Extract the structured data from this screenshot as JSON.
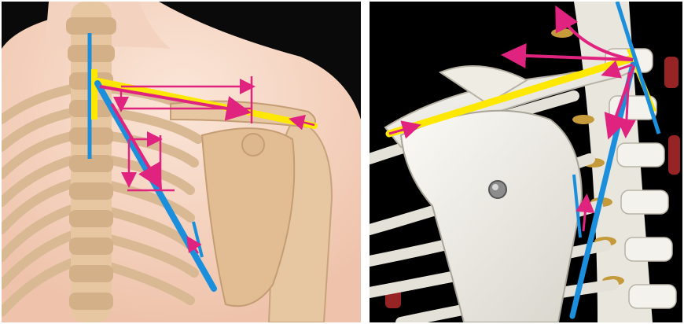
{
  "figure": {
    "panels": [
      {
        "id": "left",
        "view": "illustration-posterior-shoulder"
      },
      {
        "id": "right",
        "view": "photo-skeleton-model-shoulder"
      }
    ],
    "colors": {
      "spine_line": "#1b8fdc",
      "clavicle_line": "#ffe800",
      "force_arrow": "#e0237f",
      "bone_light": "#e7c9a6",
      "bone_model": "#f1efe9",
      "skin": "#f6d9c8",
      "background_dark": "#000000"
    }
  }
}
